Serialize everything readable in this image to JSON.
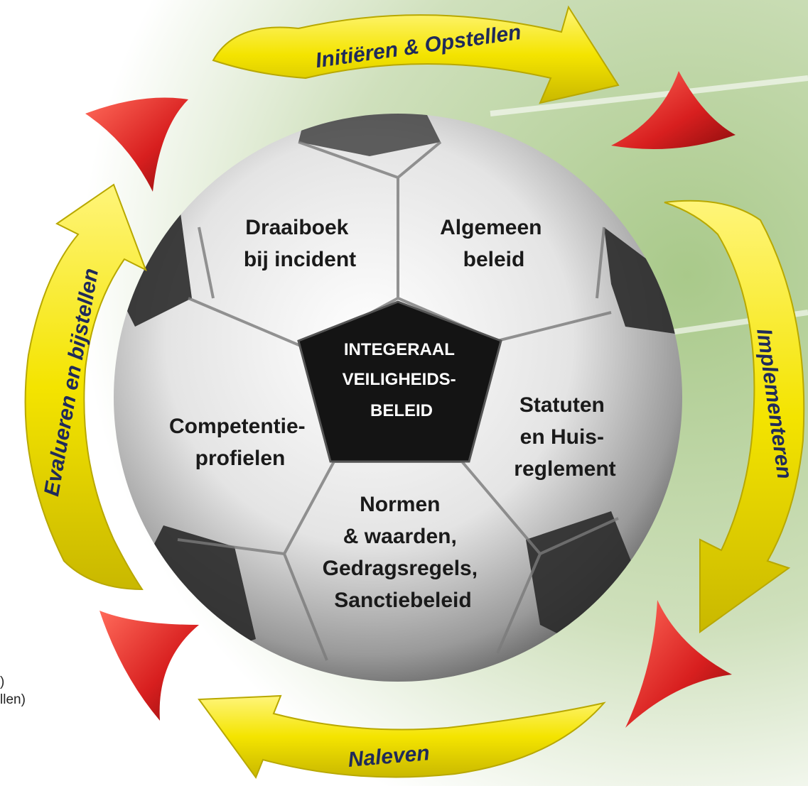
{
  "cycle": {
    "top": "Initiëren & Opstellen",
    "right": "Implementeren",
    "bottom": "Naleven",
    "left": "Evalueren en bijstellen"
  },
  "center": {
    "line1": "INTEGERAAL",
    "line2": "VEILIGHEIDS-",
    "line3": "BELEID"
  },
  "panels": {
    "draaiboek": {
      "line1": "Draaiboek",
      "line2": "bij incident"
    },
    "algemeen": {
      "line1": "Algemeen",
      "line2": "beleid"
    },
    "statuten": {
      "line1": "Statuten",
      "line2": "en Huis-",
      "line3": "reglement"
    },
    "normen": {
      "line1": "Normen",
      "line2": "& waarden,",
      "line3": "Gedragsregels,",
      "line4": "Sanctiebeleid"
    },
    "competentie": {
      "line1": "Competentie-",
      "line2": "profielen"
    }
  },
  "side_notes": {
    "line1": ")",
    "line2": "llen)"
  },
  "colors": {
    "arrow_yellow": "#f4e400",
    "arrow_red": "#d81f1f",
    "text_navy": "#1f2a5a",
    "pitch_green": "#9fc27a"
  }
}
